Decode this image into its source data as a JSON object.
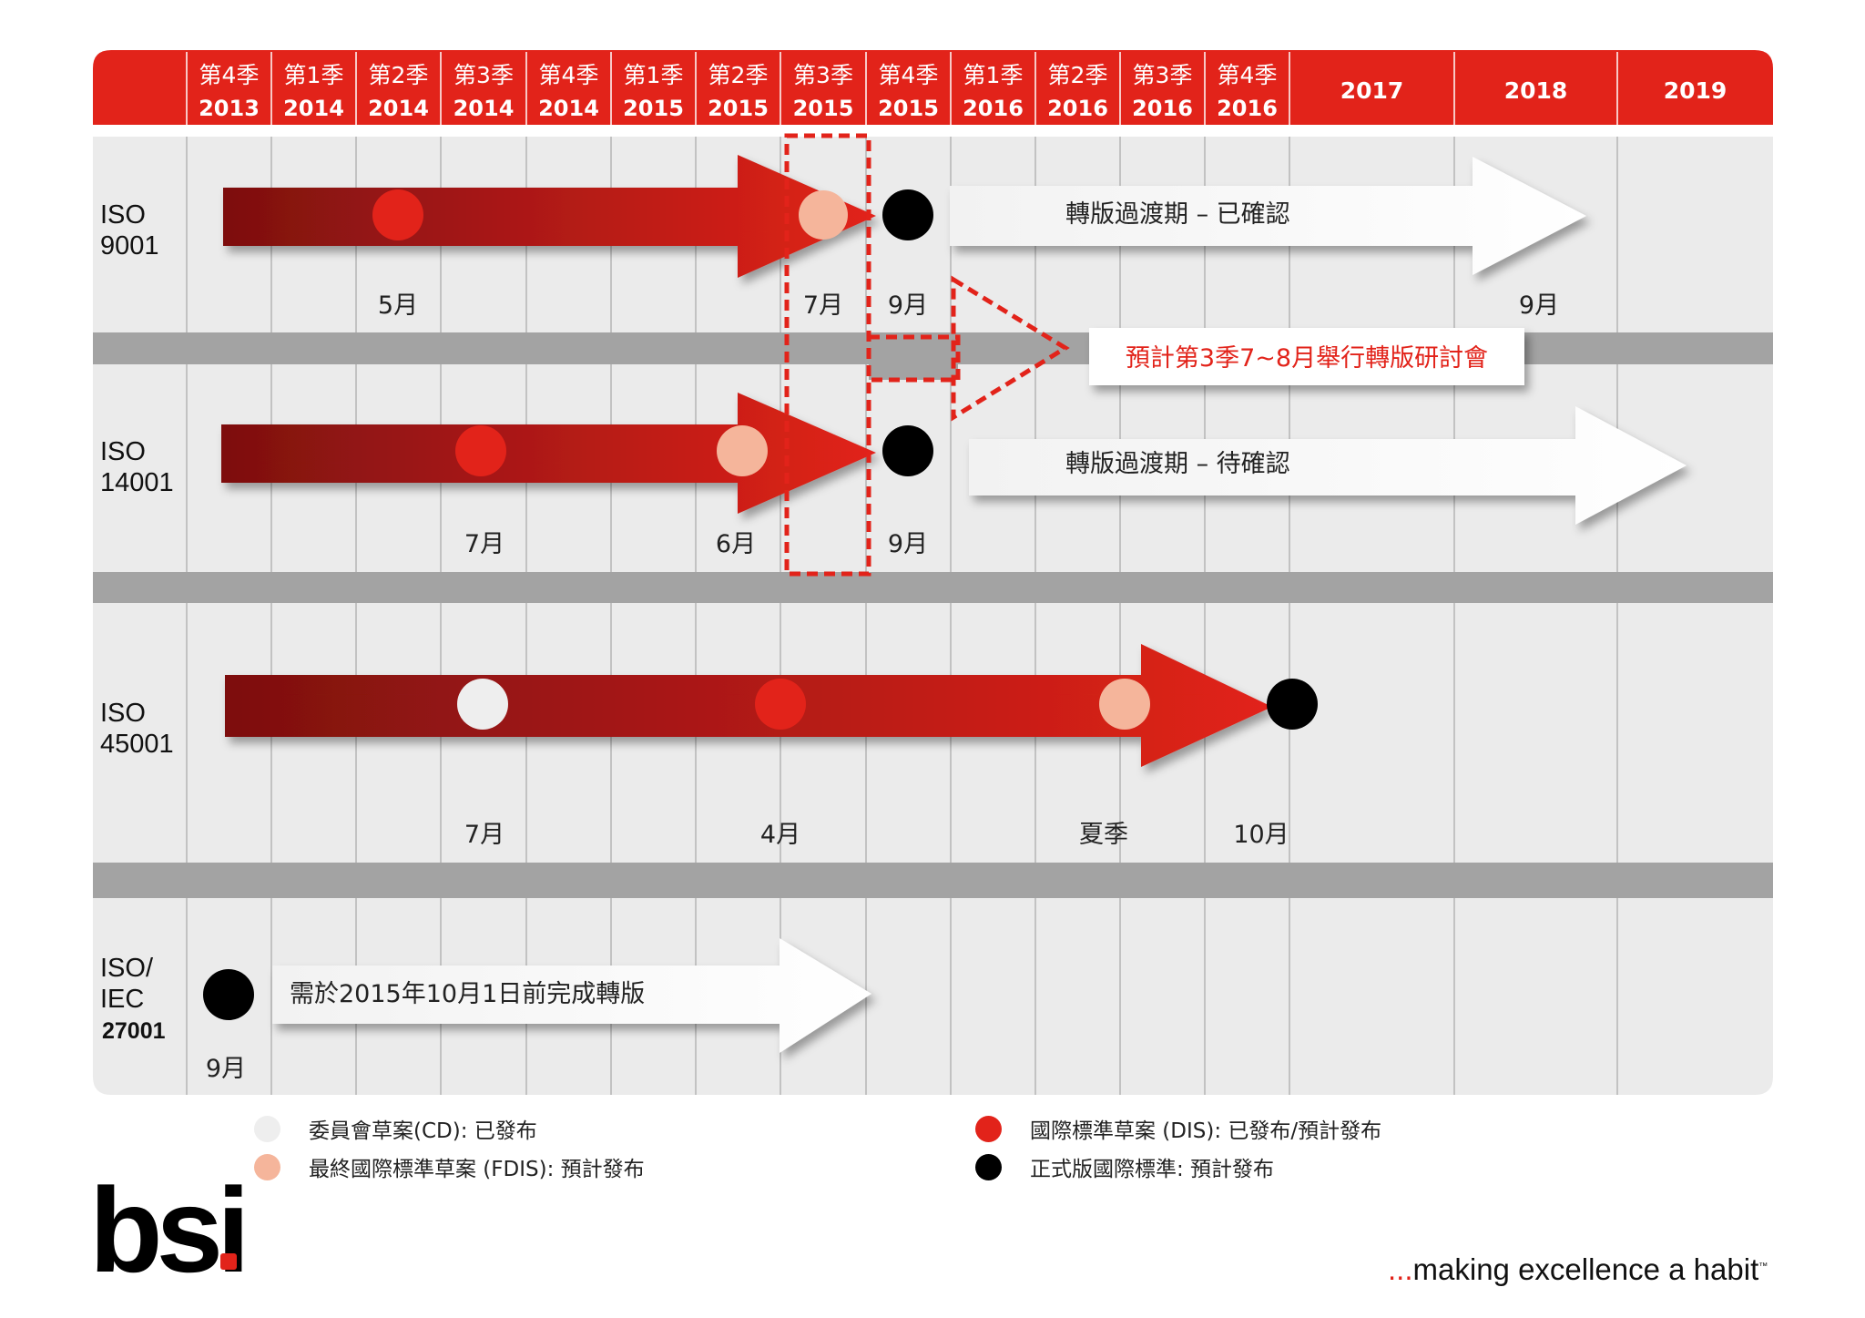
{
  "header": {
    "columns": [
      {
        "q": "第4季",
        "y": "2013"
      },
      {
        "q": "第1季",
        "y": "2014"
      },
      {
        "q": "第2季",
        "y": "2014"
      },
      {
        "q": "第3季",
        "y": "2014"
      },
      {
        "q": "第4季",
        "y": "2014"
      },
      {
        "q": "第1季",
        "y": "2015"
      },
      {
        "q": "第2季",
        "y": "2015"
      },
      {
        "q": "第3季",
        "y": "2015"
      },
      {
        "q": "第4季",
        "y": "2015"
      },
      {
        "q": "第1季",
        "y": "2016"
      },
      {
        "q": "第2季",
        "y": "2016"
      },
      {
        "q": "第3季",
        "y": "2016"
      },
      {
        "q": "第4季",
        "y": "2016"
      },
      {
        "q": "",
        "y": "2017"
      },
      {
        "q": "",
        "y": "2018"
      },
      {
        "q": "",
        "y": "2019"
      }
    ]
  },
  "rows": [
    {
      "label": [
        "ISO",
        "9001"
      ],
      "milestones": [
        {
          "type": "dis",
          "date": "5月"
        },
        {
          "type": "fdis",
          "date": "7月"
        },
        {
          "type": "final",
          "date": "9月"
        }
      ],
      "transition": {
        "text": "轉版過渡期 – 已確認",
        "end_date": "9月"
      }
    },
    {
      "label": [
        "ISO",
        "14001"
      ],
      "milestones": [
        {
          "type": "dis",
          "date": "7月"
        },
        {
          "type": "fdis",
          "date": "6月"
        },
        {
          "type": "final",
          "date": "9月"
        }
      ],
      "transition": {
        "text": "轉版過渡期 – 待確認"
      }
    },
    {
      "label": [
        "ISO",
        "45001"
      ],
      "milestones": [
        {
          "type": "cd",
          "date": "7月"
        },
        {
          "type": "dis",
          "date": "4月"
        },
        {
          "type": "fdis",
          "date": "夏季"
        },
        {
          "type": "final",
          "date": "10月"
        }
      ]
    },
    {
      "label": [
        "ISO/",
        "IEC",
        "27001"
      ],
      "milestones": [
        {
          "type": "final",
          "date": "9月"
        }
      ],
      "transition": {
        "text": "需於2015年10月1日前完成轉版"
      }
    }
  ],
  "callout": {
    "text": "預計第3季7~8月舉行轉版研討會"
  },
  "legend": {
    "cd": "委員會草案(CD): 已發布",
    "fdis": "最終國際標準草案 (FDIS): 預計發布",
    "dis": "國際標準草案 (DIS): 已發布/預計發布",
    "final": "正式版國際標準: 預計發布"
  },
  "colors": {
    "brand_red": "#e2231a",
    "dark_red": "#7d1010",
    "cd": "#eeeeee",
    "fdis": "#f5b59b",
    "dis": "#e2231a",
    "final": "#000000",
    "panel": "#ebebeb",
    "separator": "#a3a3a3"
  },
  "branding": {
    "logo": "bsi",
    "tagline": "making excellence a habit",
    "tagline_lead": "...",
    "tm": "™"
  }
}
